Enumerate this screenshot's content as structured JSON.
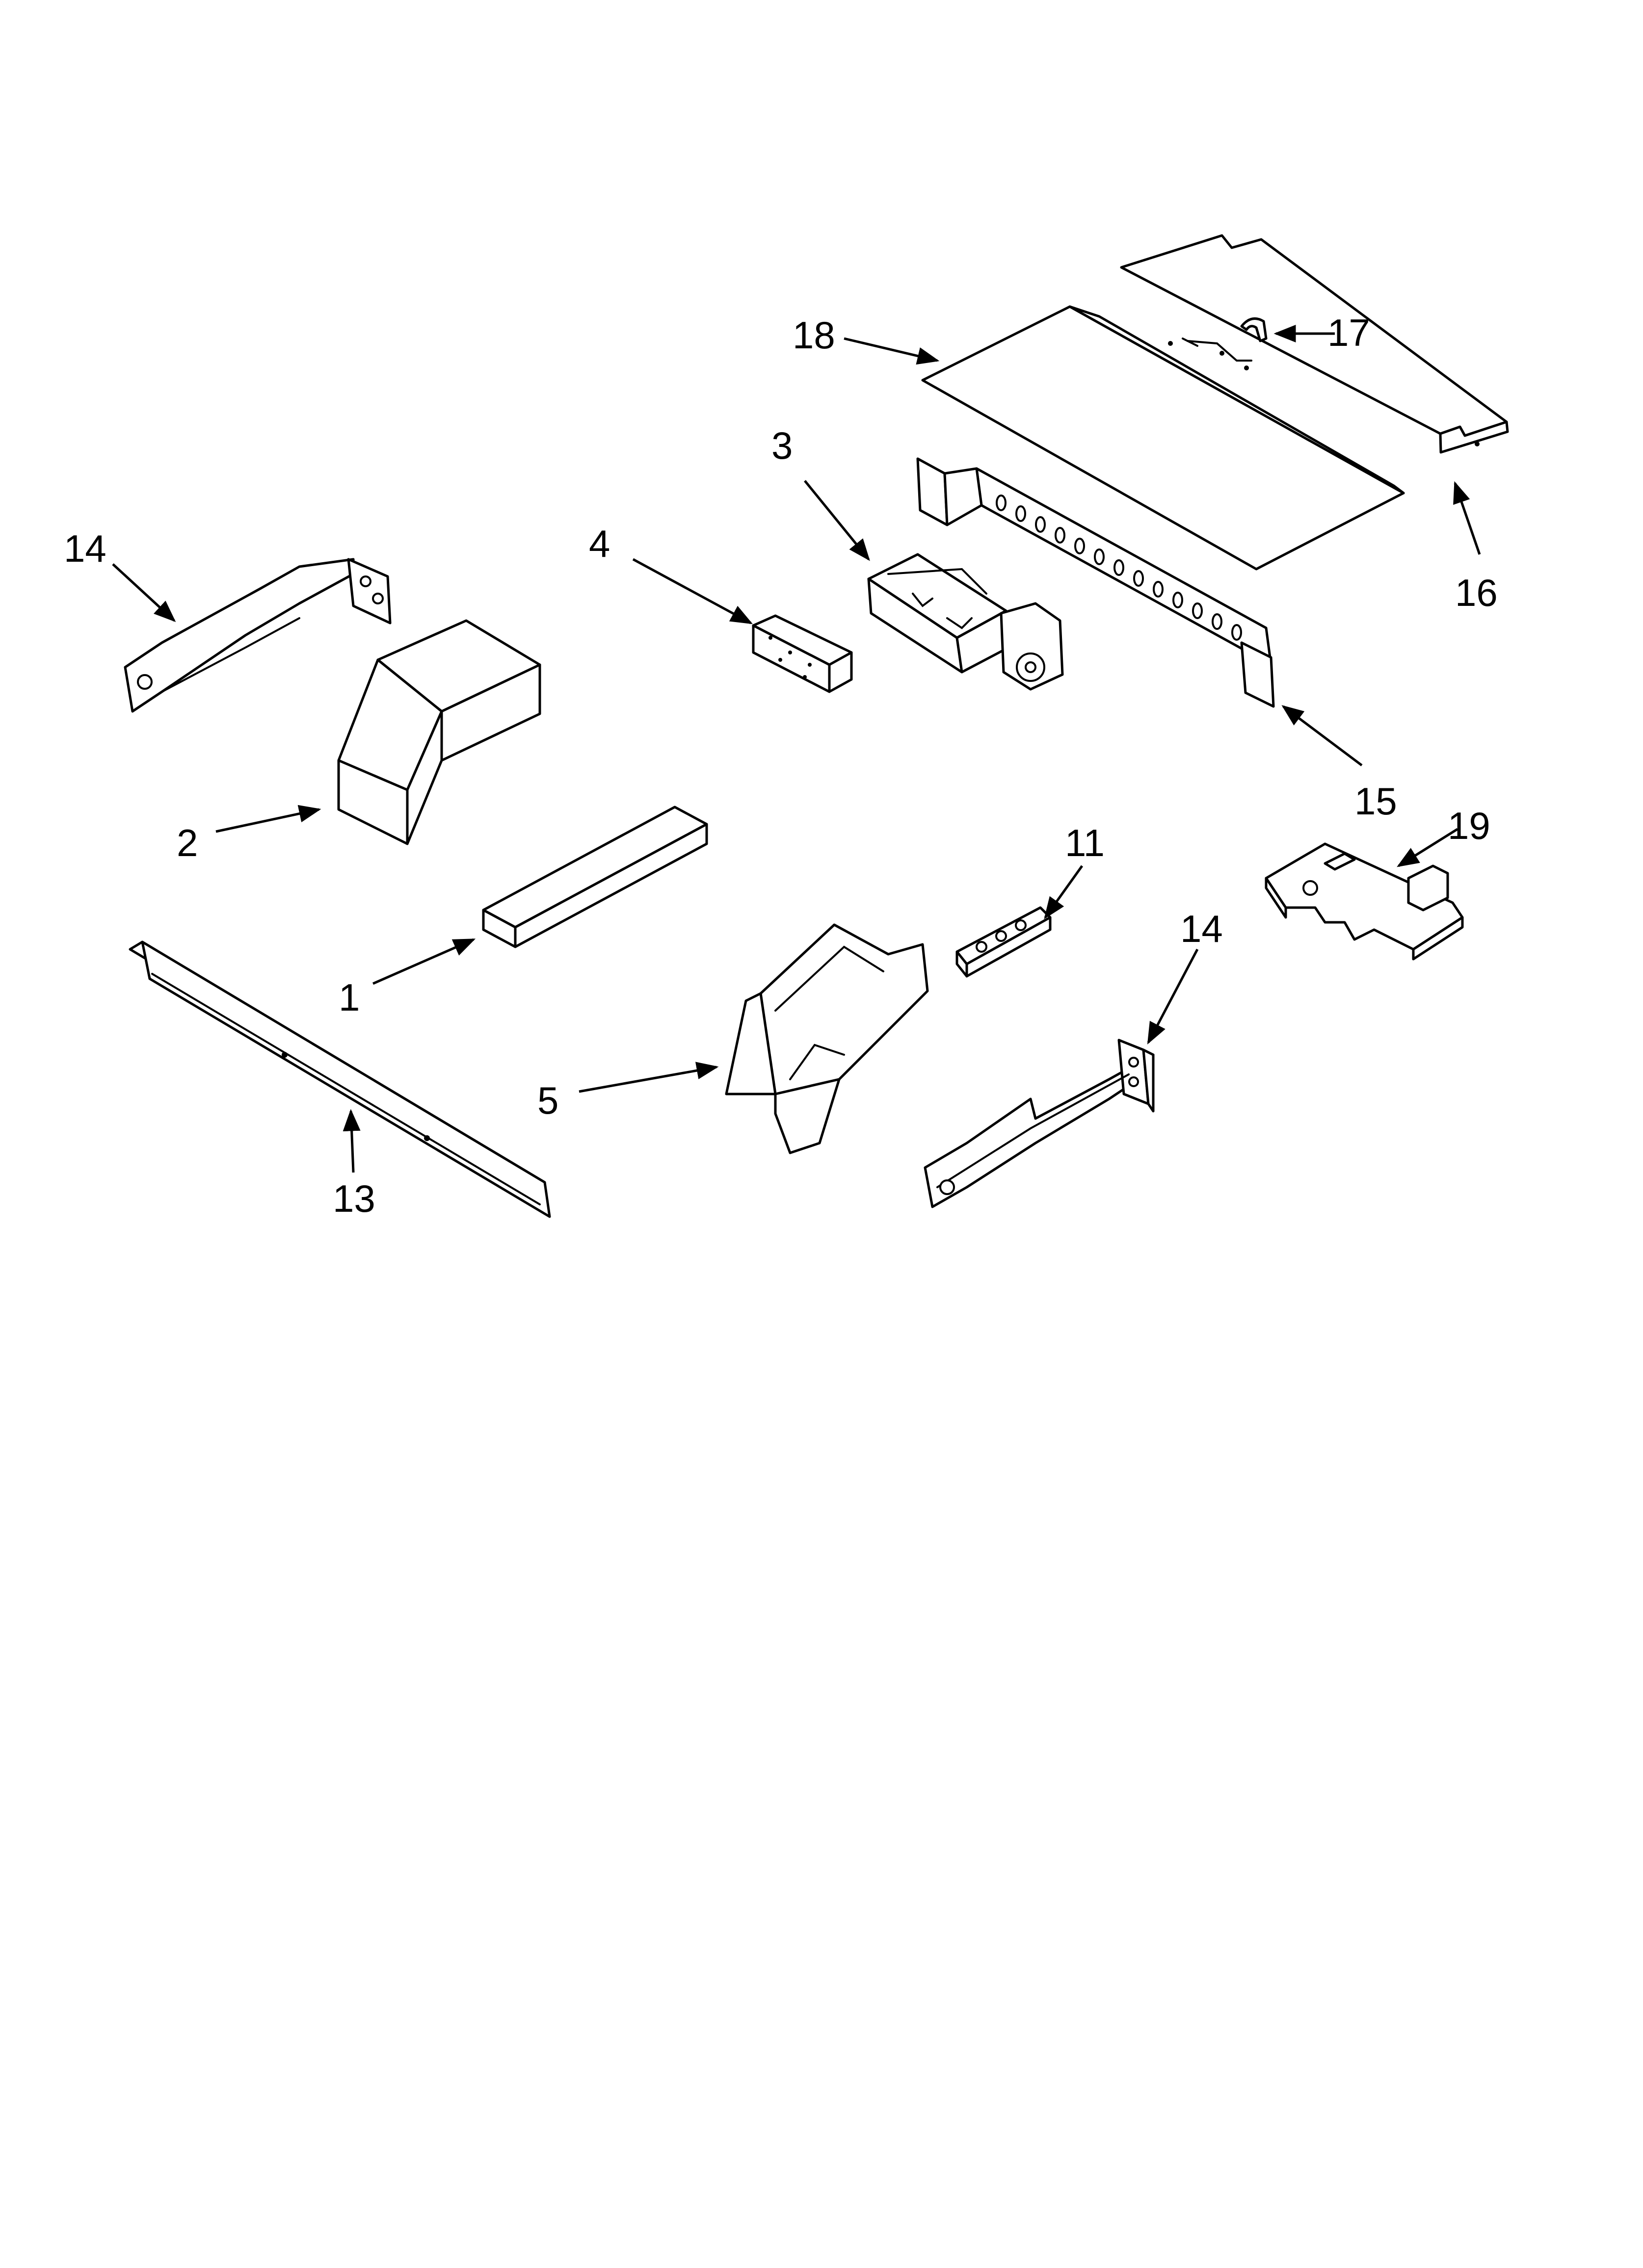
{
  "callouts": [
    {
      "id": "c1",
      "label": "1"
    },
    {
      "id": "c2",
      "label": "2"
    },
    {
      "id": "c3",
      "label": "3"
    },
    {
      "id": "c4",
      "label": "4"
    },
    {
      "id": "c5",
      "label": "5"
    },
    {
      "id": "c11",
      "label": "11"
    },
    {
      "id": "c13",
      "label": "13"
    },
    {
      "id": "c14a",
      "label": "14"
    },
    {
      "id": "c14b",
      "label": "14"
    },
    {
      "id": "c15",
      "label": "15"
    },
    {
      "id": "c16",
      "label": "16"
    },
    {
      "id": "c17",
      "label": "17"
    },
    {
      "id": "c18",
      "label": "18"
    },
    {
      "id": "c19",
      "label": "19"
    }
  ]
}
